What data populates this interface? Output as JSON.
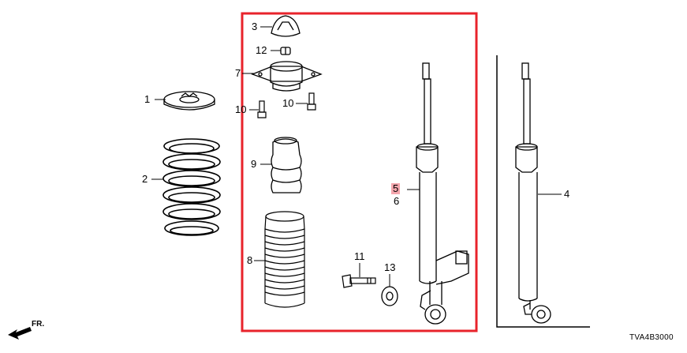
{
  "callouts": {
    "p1": "1",
    "p2": "2",
    "p3": "3",
    "p4": "4",
    "p5": "5",
    "p6": "6",
    "p7": "7",
    "p8": "8",
    "p9": "9",
    "p10a": "10",
    "p10b": "10",
    "p11": "11",
    "p12": "12",
    "p13": "13"
  },
  "direction_label": "FR.",
  "diagram_code": "TVA4B3000",
  "colors": {
    "highlight_frame": "#e8232b",
    "highlight_label": "#f4a6ad",
    "line": "#000000"
  },
  "icons": [
    "front-direction-arrow-icon"
  ]
}
